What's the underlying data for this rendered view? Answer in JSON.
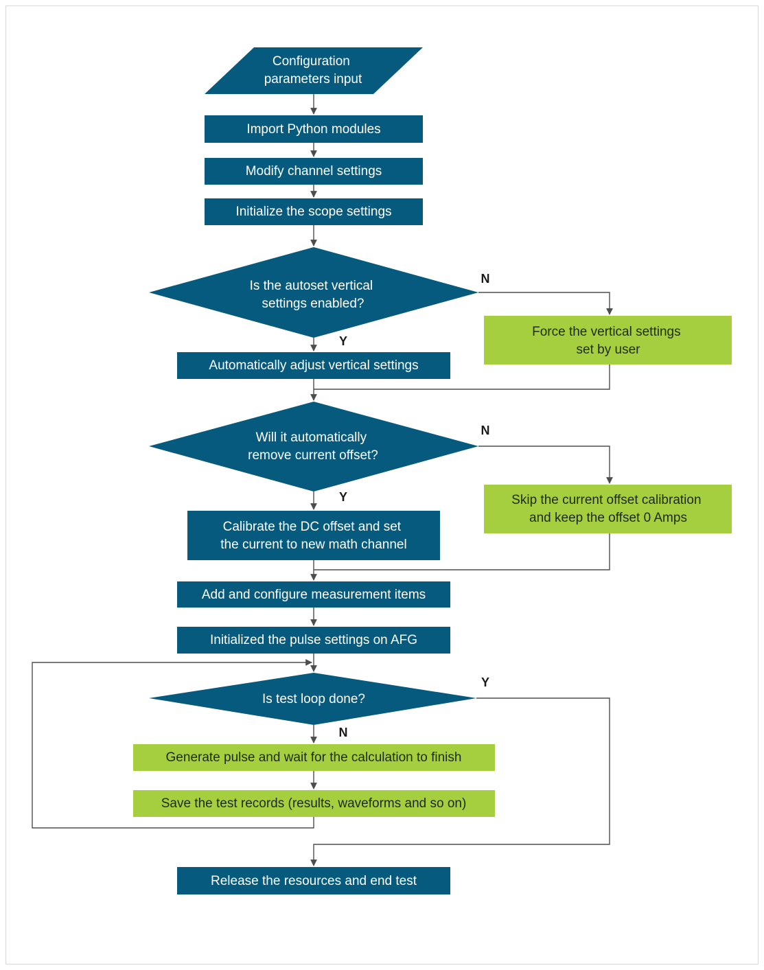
{
  "colors": {
    "process": "#065a7d",
    "alt": "#a6cf3f",
    "line": "#4d4d4d"
  },
  "nodes": {
    "input": [
      "Configuration",
      "parameters input"
    ],
    "import_modules": [
      "Import Python modules"
    ],
    "modify_channel": [
      "Modify channel settings"
    ],
    "init_scope": [
      "Initialize the scope settings"
    ],
    "decision_autoset": [
      "Is the autoset vertical",
      "settings enabled?"
    ],
    "auto_adjust": [
      "Automatically adjust vertical settings"
    ],
    "force_vertical": [
      "Force the vertical settings",
      "set by user"
    ],
    "decision_offset": [
      "Will it automatically",
      "remove current offset?"
    ],
    "calibrate_dc": [
      "Calibrate the DC offset and set",
      "the current to new math channel"
    ],
    "skip_offset": [
      "Skip the current offset calibration",
      "and keep the offset 0 Amps"
    ],
    "add_measurements": [
      "Add and configure measurement items"
    ],
    "init_pulse": [
      "Initialized the pulse settings on AFG"
    ],
    "decision_loop": [
      "Is test loop done?"
    ],
    "generate_pulse": [
      "Generate pulse and wait for the calculation to finish"
    ],
    "save_records": [
      "Save the test records (results, waveforms and so on)"
    ],
    "release": [
      "Release the resources and end test"
    ]
  },
  "edge_labels": {
    "autoset_no": "N",
    "autoset_yes": "Y",
    "offset_no": "N",
    "offset_yes": "Y",
    "loop_yes": "Y",
    "loop_no": "N"
  }
}
